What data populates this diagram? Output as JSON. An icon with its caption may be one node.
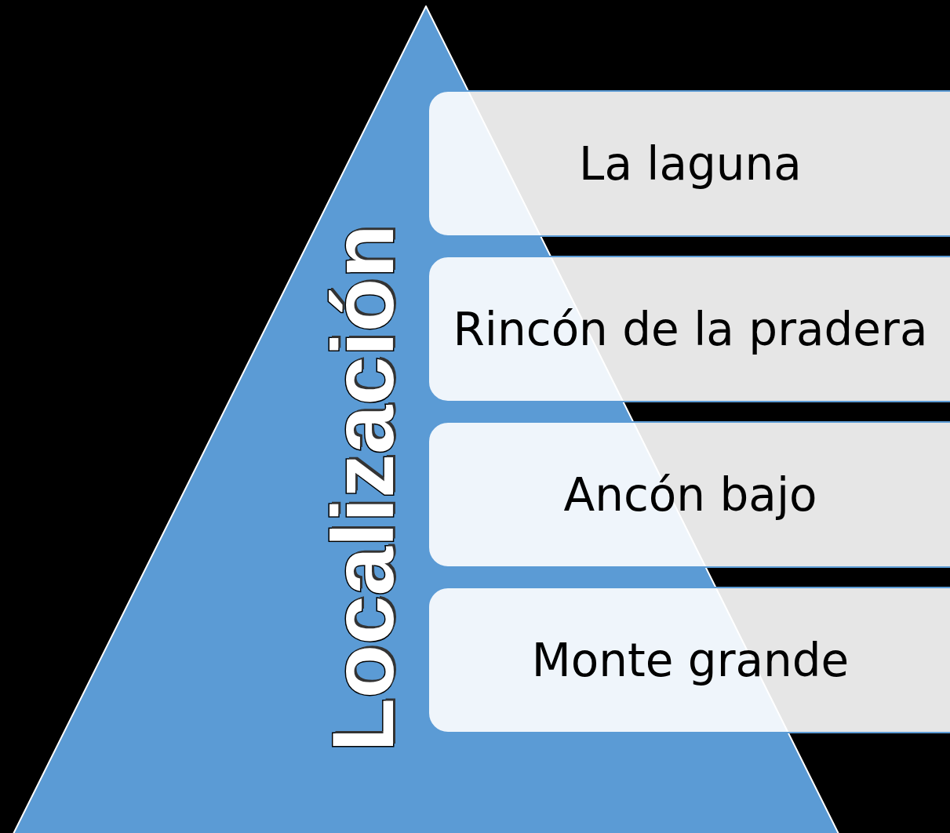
{
  "diagram": {
    "nodes": [
      {
        "text": [
          "Localización"
        ]
      },
      {
        "text": [
          "La laguna"
        ]
      },
      {
        "text": [
          "Rincón de la pradera"
        ]
      },
      {
        "text": [
          "Ancón bajo"
        ]
      },
      {
        "text": [
          "Monte grande"
        ]
      }
    ]
  }
}
